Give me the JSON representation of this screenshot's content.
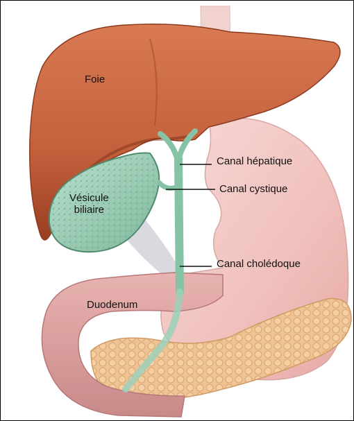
{
  "labels": {
    "liver": "Foie",
    "gallbladder_line1": "Vésicule",
    "gallbladder_line2": "biliaire",
    "duodenum": "Duodenum",
    "hepatic_duct": "Canal hépatique",
    "cystic_duct": "Canal cystique",
    "common_bile_duct": "Canal cholédoque"
  },
  "colors": {
    "liver": "#c7633e",
    "liver_dark": "#9a3d22",
    "stomach": "#f3c8c4",
    "duodenum": "#dba0a0",
    "pancreas": "#efc393",
    "bile": "#9ed0b8",
    "leader_line": "#111111"
  }
}
